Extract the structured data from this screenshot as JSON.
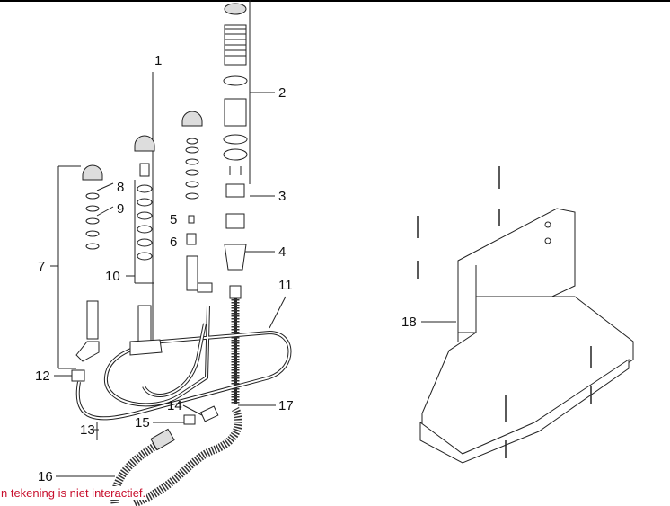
{
  "diagram": {
    "callouts": [
      "1",
      "2",
      "3",
      "4",
      "5",
      "6",
      "7",
      "8",
      "9",
      "10",
      "11",
      "12",
      "13",
      "14",
      "15",
      "16",
      "17",
      "18"
    ]
  },
  "notice": "n tekening is niet interactief.",
  "colors": {
    "notice": "#c8102e",
    "line": "#222222"
  }
}
